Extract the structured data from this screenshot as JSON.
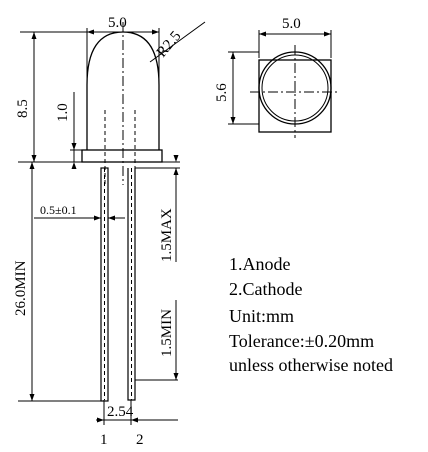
{
  "dimensions": {
    "body_width": "5.0",
    "tip_radius": "R2.5",
    "top_width": "5.0",
    "flange_diameter": "5.6",
    "overall_height": "8.5",
    "flange_height": "1.0",
    "lead_width": "0.5±0.1",
    "lead_length": "26.0MIN",
    "lead_bend_max": "1.5MAX",
    "lead_short_min": "1.5MIN",
    "lead_spacing": "2.54"
  },
  "pins": {
    "pin1": "1",
    "pin2": "2"
  },
  "notes": {
    "line1": "1.Anode",
    "line2": "2.Cathode",
    "line3": "Unit:mm",
    "line4": "Tolerance:±0.20mm",
    "line5": "unless otherwise noted"
  }
}
